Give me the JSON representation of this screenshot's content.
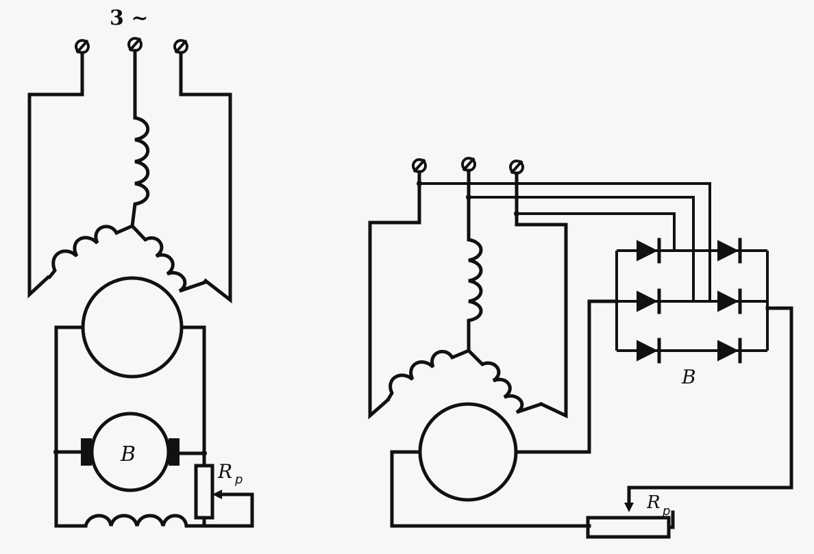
{
  "supply_label": "3 ~",
  "left_scheme": {
    "exciter_label": "B",
    "rheostat_label": "R",
    "rheostat_sub": "p"
  },
  "right_scheme": {
    "rectifier_label": "B",
    "rheostat_label": "R",
    "rheostat_sub": "p"
  }
}
